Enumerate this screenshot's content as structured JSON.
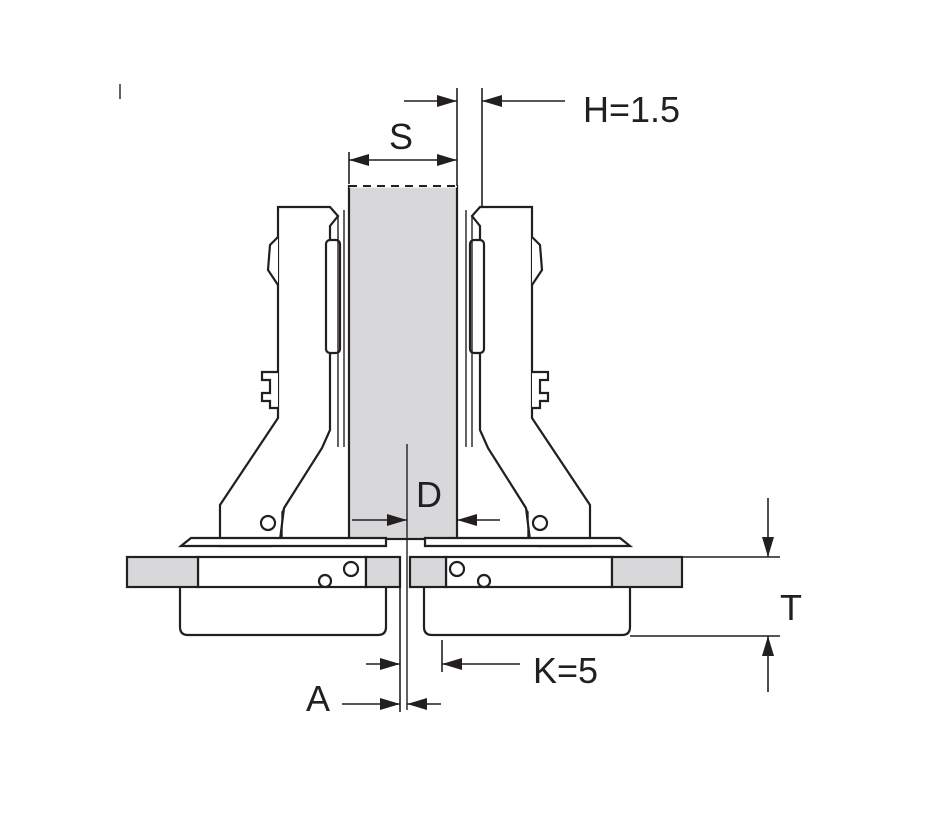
{
  "labels": {
    "h": "H=1.5",
    "s": "S",
    "d": "D",
    "t": "T",
    "k": "K=5",
    "a": "A"
  },
  "colors": {
    "line": "#231f20",
    "panel_fill": "#d8d8da",
    "background": "#ffffff"
  }
}
